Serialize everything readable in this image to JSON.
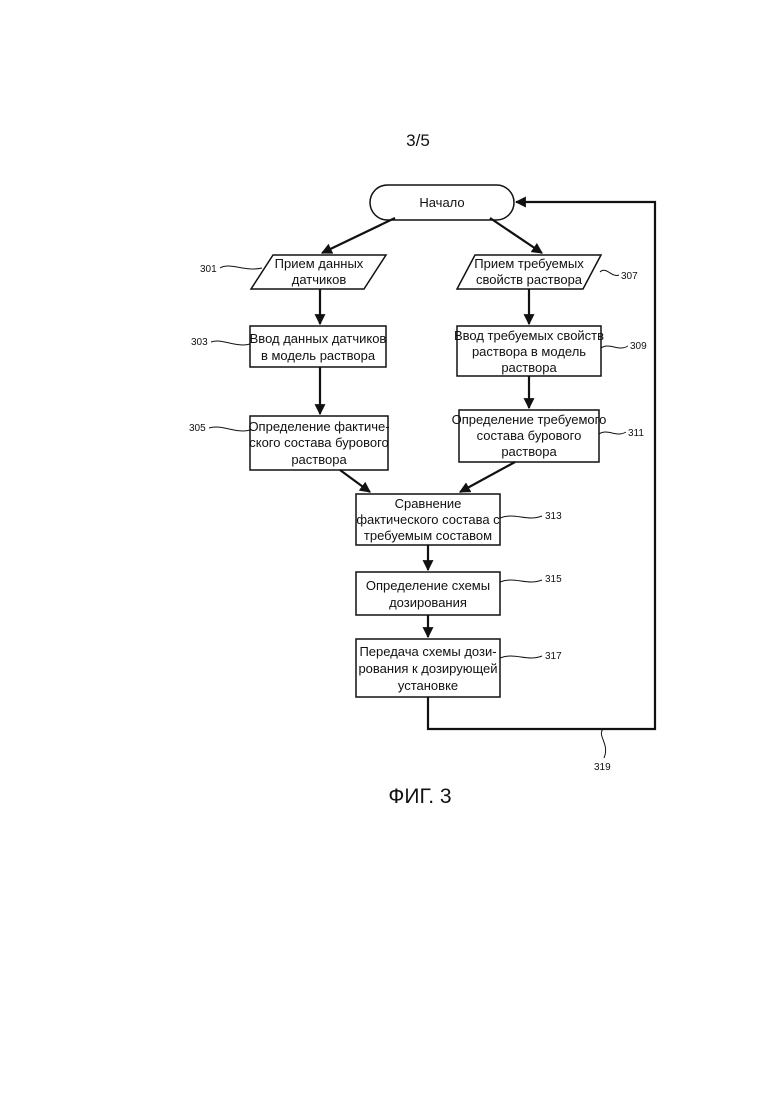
{
  "page_number": "3/5",
  "figure_caption": "ФИГ. 3",
  "nodes": {
    "start": {
      "lines": [
        "Начало"
      ]
    },
    "n301": {
      "ref": "301",
      "lines": [
        "Прием данных",
        "датчиков"
      ]
    },
    "n307": {
      "ref": "307",
      "lines": [
        "Прием требуемых",
        "свойств раствора"
      ]
    },
    "n303": {
      "ref": "303",
      "lines": [
        "Ввод данных датчиков",
        "в модель раствора"
      ]
    },
    "n309": {
      "ref": "309",
      "lines": [
        "Ввод требуемых свойств",
        "раствора в модель",
        "раствора"
      ]
    },
    "n305": {
      "ref": "305",
      "lines": [
        "Определение фактиче-",
        "ского состава бурового",
        "раствора"
      ]
    },
    "n311": {
      "ref": "311",
      "lines": [
        "Определение требуемого",
        "состава бурового",
        "раствора"
      ]
    },
    "n313": {
      "ref": "313",
      "lines": [
        "Сравнение",
        "фактического состава с",
        "требуемым составом"
      ]
    },
    "n315": {
      "ref": "315",
      "lines": [
        "Определение схемы",
        "дозирования"
      ]
    },
    "n317": {
      "ref": "317",
      "lines": [
        "Передача схемы дози-",
        "рования к дозирующей",
        "установке"
      ]
    }
  },
  "loop_ref": "319"
}
